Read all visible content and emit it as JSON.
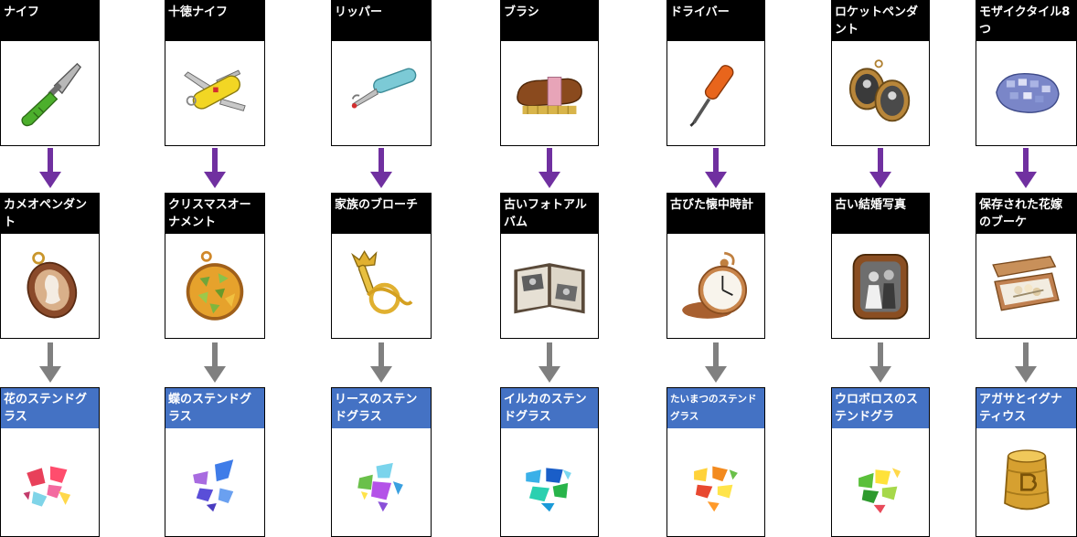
{
  "columns": [
    {
      "top_label": "ナイフ",
      "mid_label": "カメオペンダント",
      "bot_label": "花のステンドグラス",
      "top_icon": "knife-icon",
      "mid_icon": "cameo-pendant-icon",
      "bot_icon": "stained-glass-shards-icon"
    },
    {
      "top_label": "十徳ナイフ",
      "mid_label": "クリスマスオーナメント",
      "bot_label": "蝶のステンドグラス",
      "top_icon": "multitool-knife-icon",
      "mid_icon": "christmas-ornament-icon",
      "bot_icon": "stained-glass-shards-icon"
    },
    {
      "top_label": "リッパー",
      "mid_label": "家族のブローチ",
      "bot_label": "リースのステンドグラス",
      "top_icon": "seam-ripper-icon",
      "mid_icon": "brooch-icon",
      "bot_icon": "stained-glass-shards-icon"
    },
    {
      "top_label": "ブラシ",
      "mid_label": "古いフォトアルバム",
      "bot_label": "イルカのステンドグラス",
      "top_icon": "brush-icon",
      "mid_icon": "photo-album-icon",
      "bot_icon": "stained-glass-shards-icon"
    },
    {
      "top_label": "ドライバー",
      "mid_label": "古びた懐中時計",
      "bot_label": "たいまつのステンドグラス",
      "top_icon": "screwdriver-icon",
      "mid_icon": "pocket-watch-icon",
      "bot_icon": "stained-glass-shards-icon"
    },
    {
      "top_label": "ロケットペンダント",
      "mid_label": "古い結婚写真",
      "bot_label": "ウロボロスのステンドグラ",
      "top_icon": "locket-pendant-icon",
      "mid_icon": "wedding-photo-icon",
      "bot_icon": "stained-glass-shards-icon"
    },
    {
      "top_label": "モザイクタイル8つ",
      "mid_label": "保存された花嫁のブーケ",
      "bot_label": "アガサとイグナティウス",
      "top_icon": "mosaic-tiles-icon",
      "mid_icon": "bouquet-tin-icon",
      "bot_icon": "gold-barrel-icon"
    }
  ],
  "colors": {
    "top_header": "#000000",
    "mid_header": "#000000",
    "bot_header": "#4472c4",
    "arrow_purple": "#7030a0",
    "arrow_gray": "#808080"
  }
}
